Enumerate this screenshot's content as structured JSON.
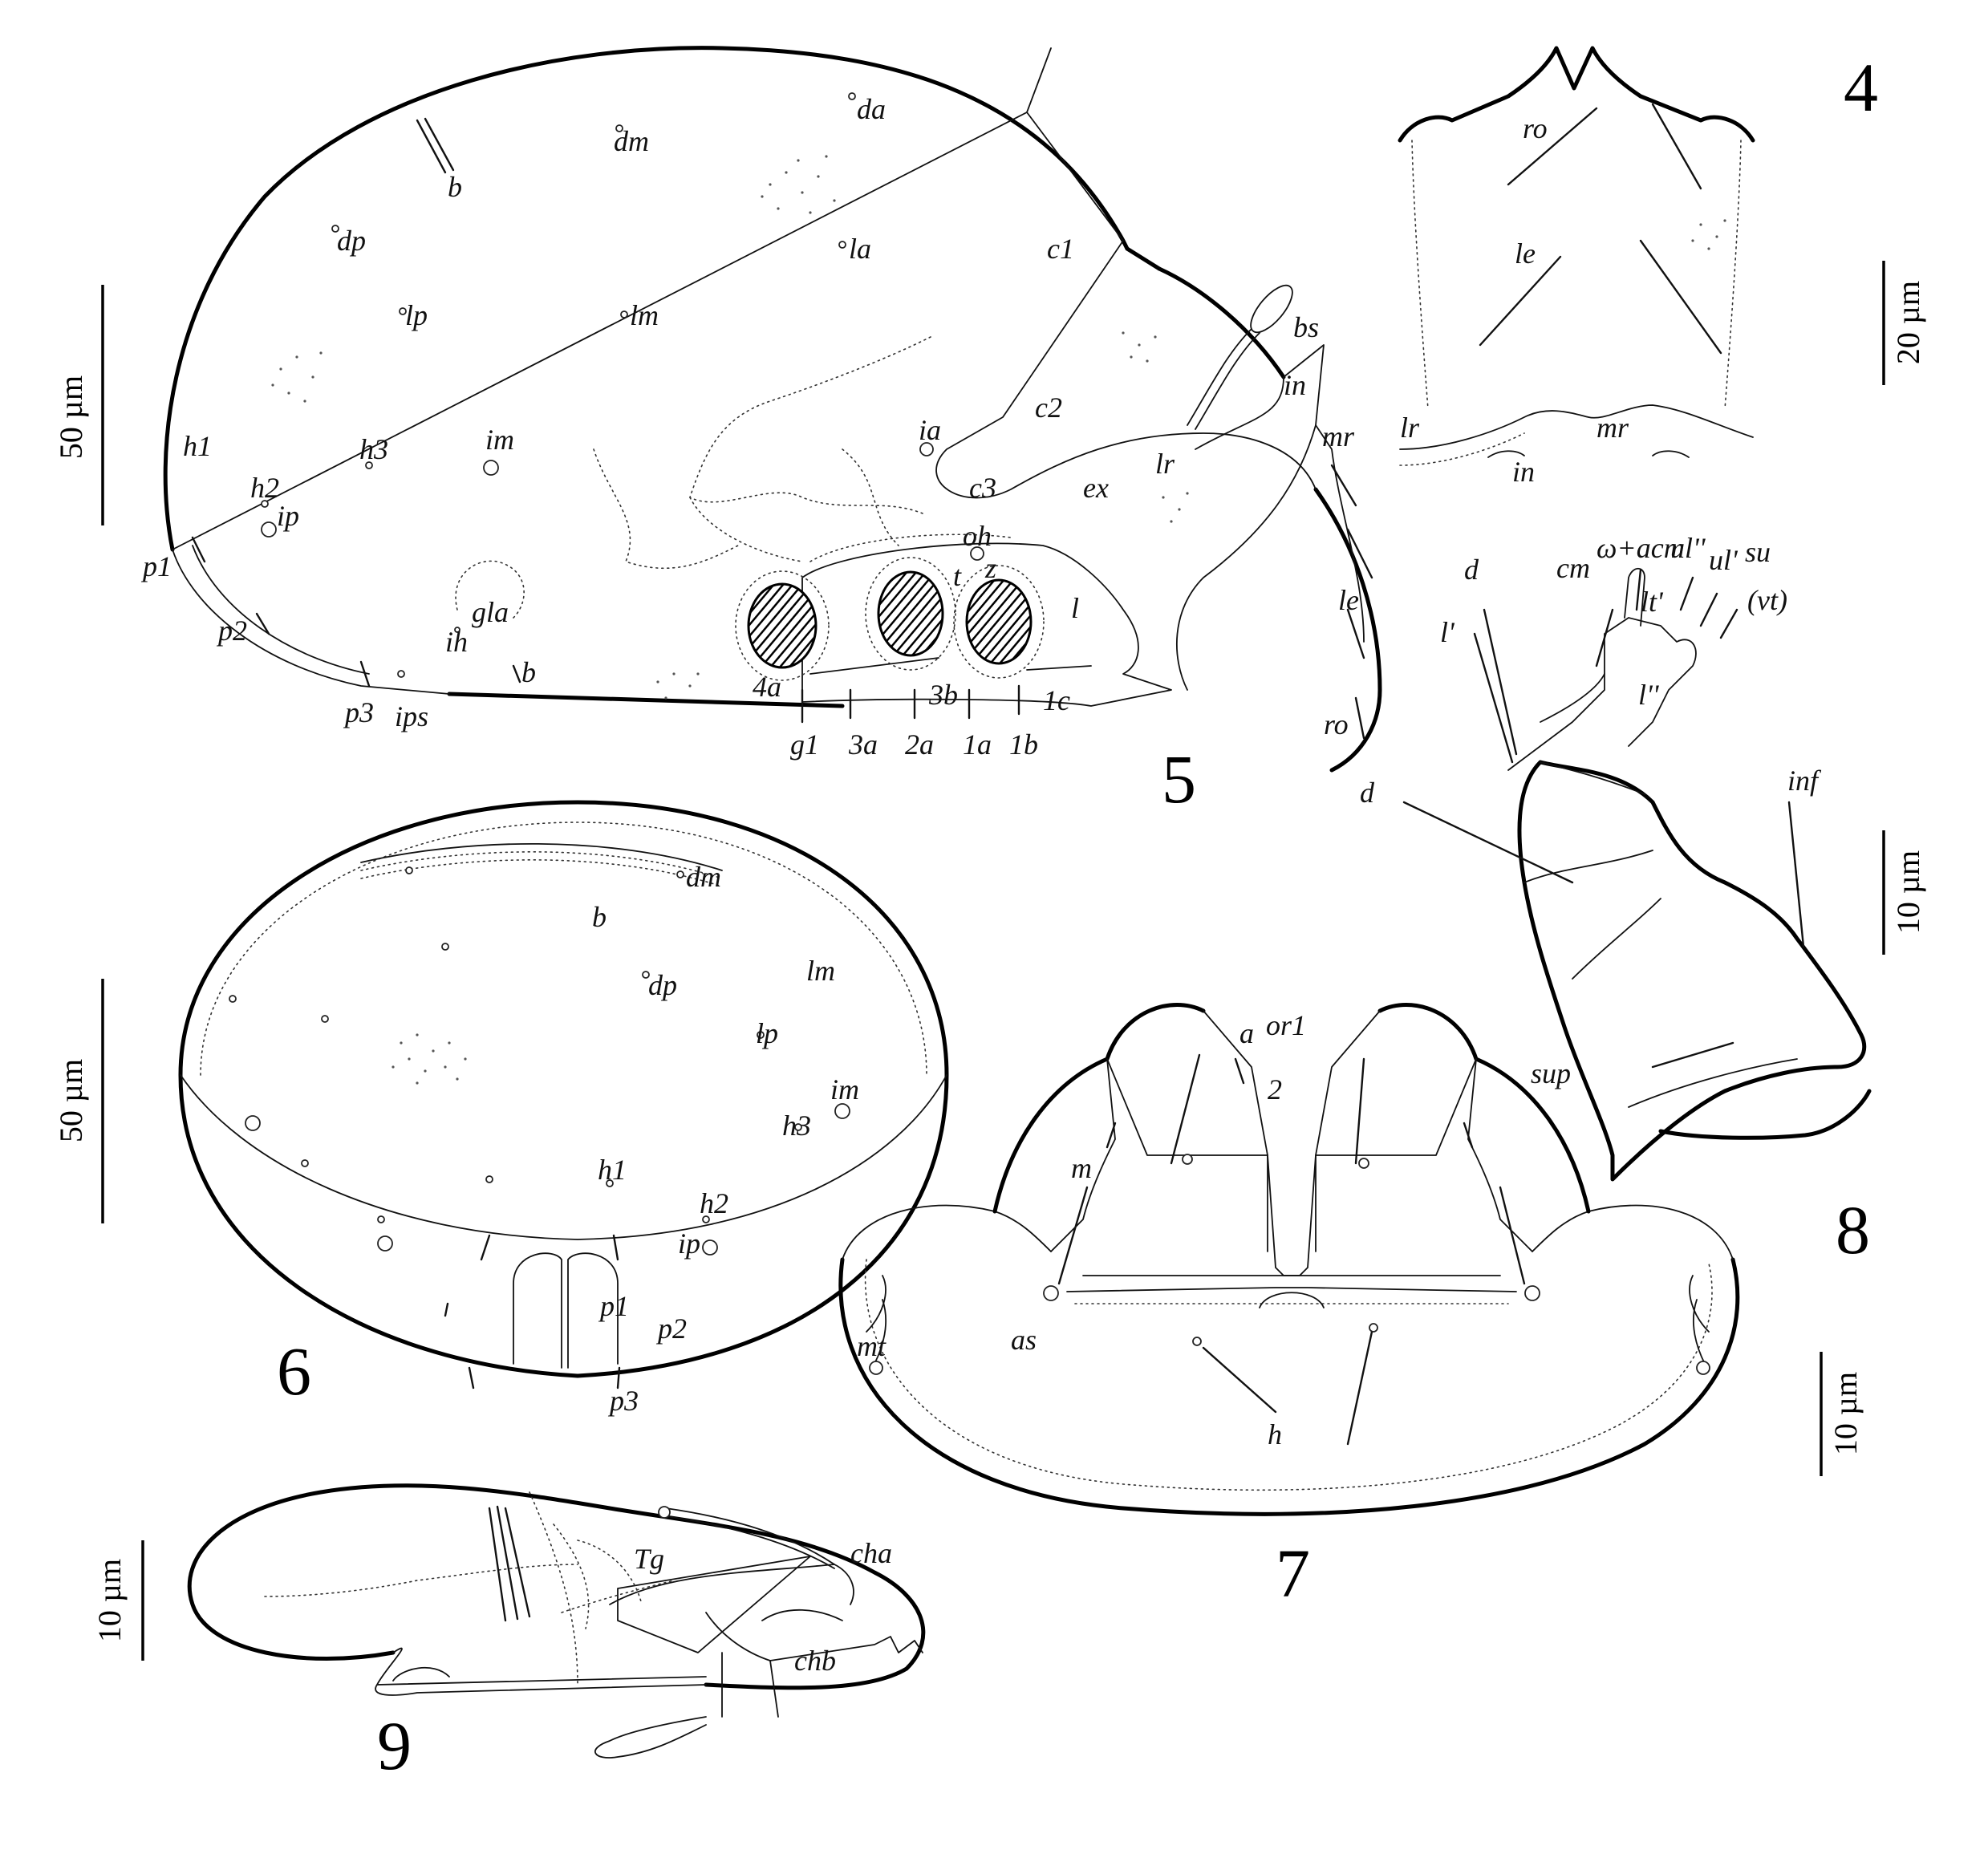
{
  "figures": {
    "fig4": {
      "number": "4",
      "scale": "20 µm",
      "labels": [
        "ro",
        "le",
        "lr",
        "mr",
        "in"
      ]
    },
    "fig5": {
      "number": "5",
      "scale": "50 µm",
      "labels": [
        "da",
        "dm",
        "b",
        "dp",
        "la",
        "c1",
        "lp",
        "lm",
        "bs",
        "in",
        "c2",
        "mr",
        "ia",
        "lr",
        "h1",
        "h3",
        "im",
        "c3",
        "ex",
        "h2",
        "ip",
        "oh",
        "p1",
        "t",
        "z",
        "le",
        "gla",
        "l",
        "p2",
        "ih",
        "b",
        "p3",
        "ips",
        "4a",
        "3b",
        "1c",
        "ro",
        "g1",
        "3a",
        "2a",
        "1a",
        "1b"
      ]
    },
    "fig6": {
      "number": "6",
      "scale": "50 µm",
      "labels": [
        "dm",
        "b",
        "dp",
        "lm",
        "lp",
        "im",
        "h3",
        "h1",
        "h2",
        "ip",
        "p1",
        "p2",
        "p3"
      ]
    },
    "fig7": {
      "number": "7",
      "scale": "10 µm",
      "labels": [
        "a",
        "or1",
        "2",
        "m",
        "as",
        "mt",
        "h"
      ]
    },
    "fig8": {
      "number": "8",
      "scale": "10 µm",
      "labels": [
        "ω+acm",
        "cm",
        "ul''",
        "ul'",
        "su",
        "d",
        "lt'",
        "(vt)",
        "l'",
        "l''",
        "d",
        "inf",
        "sup"
      ]
    },
    "fig9": {
      "number": "9",
      "scale": "10 µm",
      "labels": [
        "cha",
        "Tg",
        "chb"
      ]
    }
  }
}
